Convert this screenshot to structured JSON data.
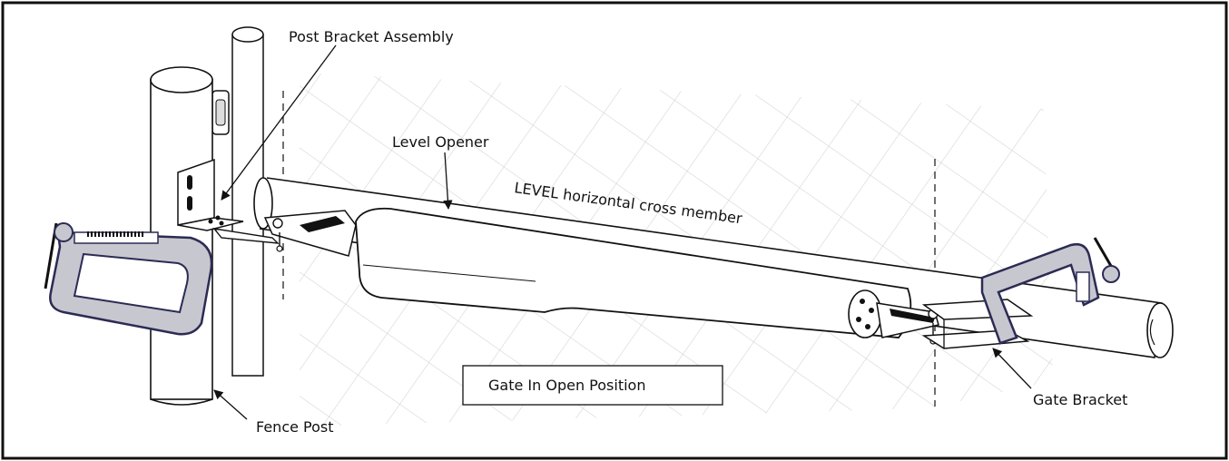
{
  "labels": {
    "post_bracket": "Post Bracket Assembly",
    "level_opener": "Level Opener",
    "cross_member": "LEVEL horizontal cross member",
    "gate_open": "Gate In Open Position",
    "gate_bracket": "Gate Bracket",
    "fence_post": "Fence Post"
  },
  "colors": {
    "line": "#111111",
    "mesh": "#c8c8c8",
    "clamp_fill": "#c7c7cf",
    "clamp_edge": "#2b2b55"
  }
}
